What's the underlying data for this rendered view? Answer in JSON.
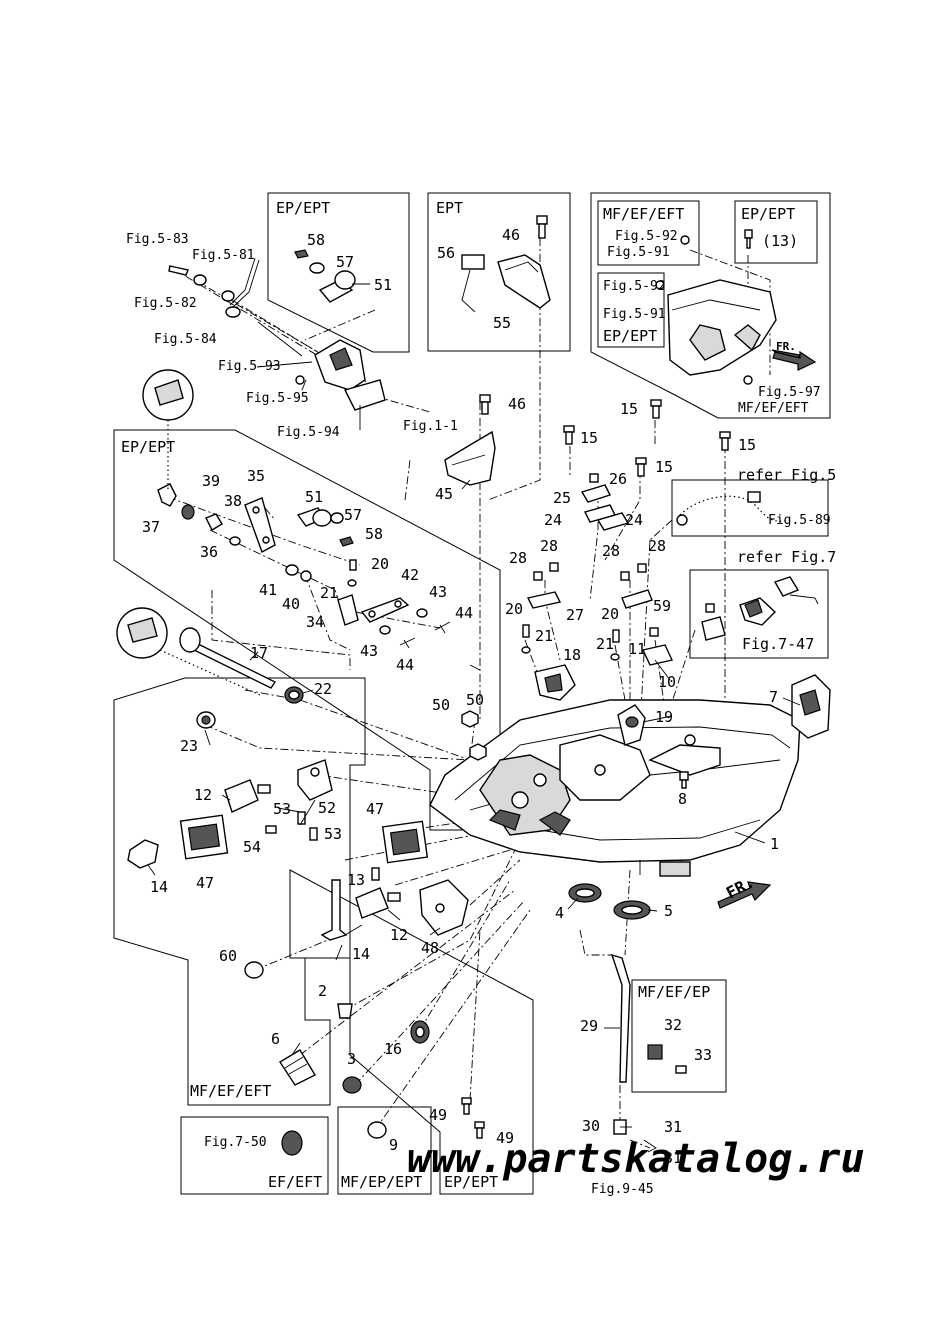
{
  "boxes": {
    "box_a": "EP/EPT",
    "box_b": "EPT",
    "box_c_mf": "MF/EF/EFT",
    "box_c_ep": "EP/EPT",
    "box_c_ep2": "EP/EPT",
    "box_c_mf2": "MF/EF/EFT",
    "box_d": "EP/EPT",
    "box_e": "MF/EF/EFT",
    "box_f": "MF/EF/EP",
    "box_g": "EF/EFT",
    "box_h": "MF/EP/EPT",
    "box_i": "EP/EPT",
    "refer5": "refer Fig.5",
    "refer7": "refer Fig.7"
  },
  "refs": {
    "f583": "Fig.5-83",
    "f581": "Fig.5-81",
    "f582": "Fig.5-82",
    "f584": "Fig.5-84",
    "f593": "Fig.5-93",
    "f595": "Fig.5-95",
    "f594": "Fig.5-94",
    "f11": "Fig.1-1",
    "f592a": "Fig.5-92",
    "f591a": "Fig.5-91",
    "f592b": "Fig.5-92",
    "f591b": "Fig.5-91",
    "f597": "Fig.5-97",
    "f589": "Fig.5-89",
    "f747": "Fig.7-47",
    "f750": "Fig.7-50",
    "f945": "Fig.9-45",
    "p13": "(13)"
  },
  "watermark": "www.partskatalog.ru",
  "fr_label": "FR.",
  "colors": {
    "watermark": "#e3202a",
    "line": "#000000",
    "paper": "#ffffff"
  },
  "callouts": {
    "c1": "1",
    "c2": "2",
    "c3": "3",
    "c4": "4",
    "c5": "5",
    "c6": "6",
    "c7": "7",
    "c8": "8",
    "c9": "9",
    "c10": "10",
    "c11": "11",
    "c12a": "12",
    "c12b": "12",
    "c13": "13",
    "c14a": "14",
    "c14b": "14",
    "c15a": "15",
    "c15b": "15",
    "c15c": "15",
    "c15d": "15",
    "c16": "16",
    "c17": "17",
    "c18": "18",
    "c19": "19",
    "c20a": "20",
    "c20b": "20",
    "c20c": "20",
    "c21a": "21",
    "c21b": "21",
    "c21c": "21",
    "c22": "22",
    "c23": "23",
    "c24a": "24",
    "c24b": "24",
    "c25": "25",
    "c26": "26",
    "c27": "27",
    "c28a": "28",
    "c28b": "28",
    "c28c": "28",
    "c28d": "28",
    "c29": "29",
    "c30": "30",
    "c31a": "31",
    "c31b": "31",
    "c32": "32",
    "c33": "33",
    "c34": "34",
    "c35": "35",
    "c36": "36",
    "c37": "37",
    "c38": "38",
    "c39": "39",
    "c40": "40",
    "c41": "41",
    "c42": "42",
    "c43a": "43",
    "c43b": "43",
    "c44a": "44",
    "c44b": "44",
    "c45": "45",
    "c46a": "46",
    "c46b": "46",
    "c47a": "47",
    "c47b": "47",
    "c48": "48",
    "c49a": "49",
    "c49b": "49",
    "c50a": "50",
    "c50b": "50",
    "c51a": "51",
    "c51b": "51",
    "c52": "52",
    "c53a": "53",
    "c53b": "53",
    "c54": "54",
    "c55": "55",
    "c56": "56",
    "c57a": "57",
    "c57b": "57",
    "c58a": "58",
    "c58b": "58",
    "c59": "59",
    "c60": "60"
  }
}
